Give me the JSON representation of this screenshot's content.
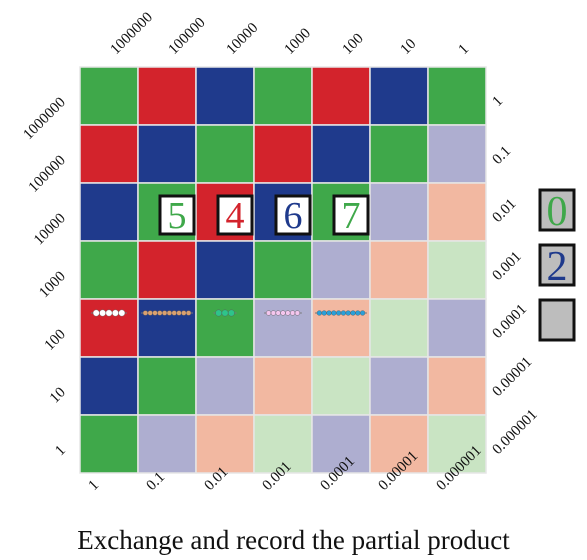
{
  "top_labels": [
    "1000000",
    "100000",
    "10000",
    "1000",
    "100",
    "10",
    "1"
  ],
  "left_labels": [
    "1000000",
    "100000",
    "10000",
    "1000",
    "100",
    "10",
    "1"
  ],
  "right_labels": [
    "1",
    "0.1",
    "0.01",
    "0.001",
    "0.0001",
    "0.00001",
    "0.000001"
  ],
  "bottom_labels": [
    "1",
    "0.1",
    "0.01",
    "0.001",
    "0.0001",
    "0.00001",
    "0.000001"
  ],
  "palette": {
    "G": "#3fa84a",
    "R": "#d3232c",
    "B": "#1f3a8c",
    "L": "#aeaed0",
    "P": "#f2b8a1",
    "M": "#c9e4c3"
  },
  "grid_colors": [
    [
      "G",
      "R",
      "B",
      "G",
      "R",
      "B",
      "G"
    ],
    [
      "R",
      "B",
      "G",
      "R",
      "B",
      "G",
      "L"
    ],
    [
      "B",
      "G",
      "R",
      "B",
      "G",
      "L",
      "P"
    ],
    [
      "G",
      "R",
      "B",
      "G",
      "L",
      "P",
      "M"
    ],
    [
      "R",
      "B",
      "G",
      "L",
      "P",
      "M",
      "L"
    ],
    [
      "B",
      "G",
      "L",
      "P",
      "M",
      "L",
      "P"
    ],
    [
      "G",
      "L",
      "P",
      "M",
      "L",
      "P",
      "M"
    ]
  ],
  "digit_tiles": [
    {
      "text": "5",
      "color": "#3fa84a"
    },
    {
      "text": "4",
      "color": "#d3232c"
    },
    {
      "text": "6",
      "color": "#1f3a8c"
    },
    {
      "text": "7",
      "color": "#3fa84a"
    }
  ],
  "bead_bars": [
    {
      "color": "#ffffff",
      "count": 5
    },
    {
      "color": "#d9a070",
      "count": 10
    },
    {
      "color": "#2ec48a",
      "count": 3
    },
    {
      "color": "#f4c6ee",
      "count": 7
    },
    {
      "color": "#2a9fd8",
      "count": 10
    }
  ],
  "side_tiles": [
    {
      "text": "0",
      "color": "#3fa84a"
    },
    {
      "text": "2",
      "color": "#1f3a8c"
    },
    {
      "text": "",
      "color": "#3fa84a"
    }
  ],
  "caption": "Exchange and record the partial product"
}
